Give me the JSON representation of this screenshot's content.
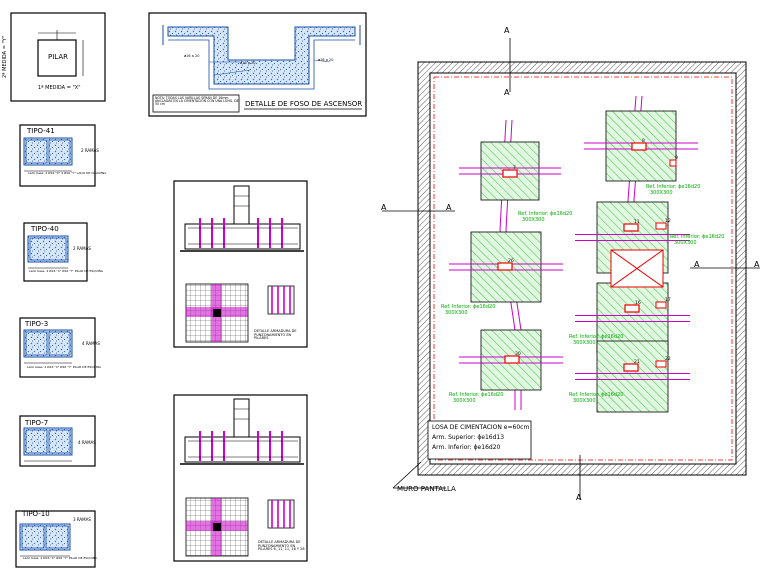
{
  "key_detail": {
    "pillar_label": "PILAR",
    "dim_x_label": "1ª MEDIDA = \"X\"",
    "dim_y_label": "2ª MEDIDA = \"Y\""
  },
  "section_types": [
    {
      "title": "TIPO-41",
      "side_note": "2 RAMAS",
      "bottom_note": "Lado base: 4 Ø16 \"X\" 4 Ø16 \"Y\" LADO DE COLUMNA"
    },
    {
      "title": "TIPO-40",
      "side_note": "2 RAMAS",
      "bottom_note": "Lado base: 4 Ø16 \"X\" Ø16 \"Y\" PILAR DE ESQUINA"
    },
    {
      "title": "TIPO-3",
      "side_note": "4 RAMAS",
      "bottom_note": "Lado base: 4 Ø16 \"X\" Ø16 \"Y\" PILAR DE ESQUINA"
    },
    {
      "title": "TIPO-7",
      "side_note": "4 RAMAS",
      "bottom_note": ""
    },
    {
      "title": "TIPO-10",
      "side_note": "3 RAMAS",
      "bottom_note": "Lado base: 4 Ø16 \"X\" Ø16 \"Y\" PILAR DE ESQUINA"
    }
  ],
  "elevator_pit": {
    "title": "DETALLE DE FOSO DE ASCENSOR",
    "note": "NOTA: TODAS LAS VARILLAS SERAN DE 16mm ANCLADAS EN LA CIMENTACION CON UNA LONG. DE 50 cm",
    "rebar_label_1": "ø16 a 20",
    "rebar_label_2": "ø16 a 20",
    "rebar_label_3": "ø16 a 20"
  },
  "detail_sheets": [
    {
      "caption": "DETALLE ARMADURA DE PUNZONAMIENTO EN PILARES"
    },
    {
      "caption": "DETALLE ARMADURA DE PUNZONAMIENTO EN PILARES 6, 11, 11, 16 Y 28"
    }
  ],
  "plan": {
    "section_marker": "A",
    "wall_label": "MURO PANTALLA",
    "legend": {
      "line1": "LOSA DE CIMENTACION e=60cm",
      "line2": "Arm. Superior: ϕe16d13",
      "line3": "Arm. Inferior: ϕe16d20"
    },
    "footings": [
      {
        "pillar": "7",
        "note": "Ref. Inferior: ϕe16d20",
        "size": "300X300"
      },
      {
        "pillar": "26",
        "note": "Ref. Inferior: ϕe16d20",
        "size": "300X300"
      },
      {
        "pillar": "30",
        "note": "Ref. Inferior: ϕe16d20",
        "size": "300X300"
      },
      {
        "pillar": "8",
        "note": "Ref. Inferior: ϕe16d20",
        "size": "300X300"
      },
      {
        "pillar": "11",
        "note": "Ref. Inferior: ϕe16d20",
        "size": "300X300"
      },
      {
        "pillar": "16",
        "note": "Ref. Inferior: ϕe16d20",
        "size": "300X300"
      },
      {
        "pillar": "21",
        "note": "Ref. Inferior: ϕe16d20",
        "size": "300X300"
      }
    ],
    "extra_pillars": [
      "9",
      "12",
      "17",
      "22"
    ]
  },
  "colors": {
    "magenta": "#cc00cc",
    "hatch_green": "#55cc55",
    "fill_green": "#dff7df",
    "pillar_red": "#ee0000",
    "annotation_green": "#00aa00",
    "concrete_blue": "#2a6fd6"
  }
}
